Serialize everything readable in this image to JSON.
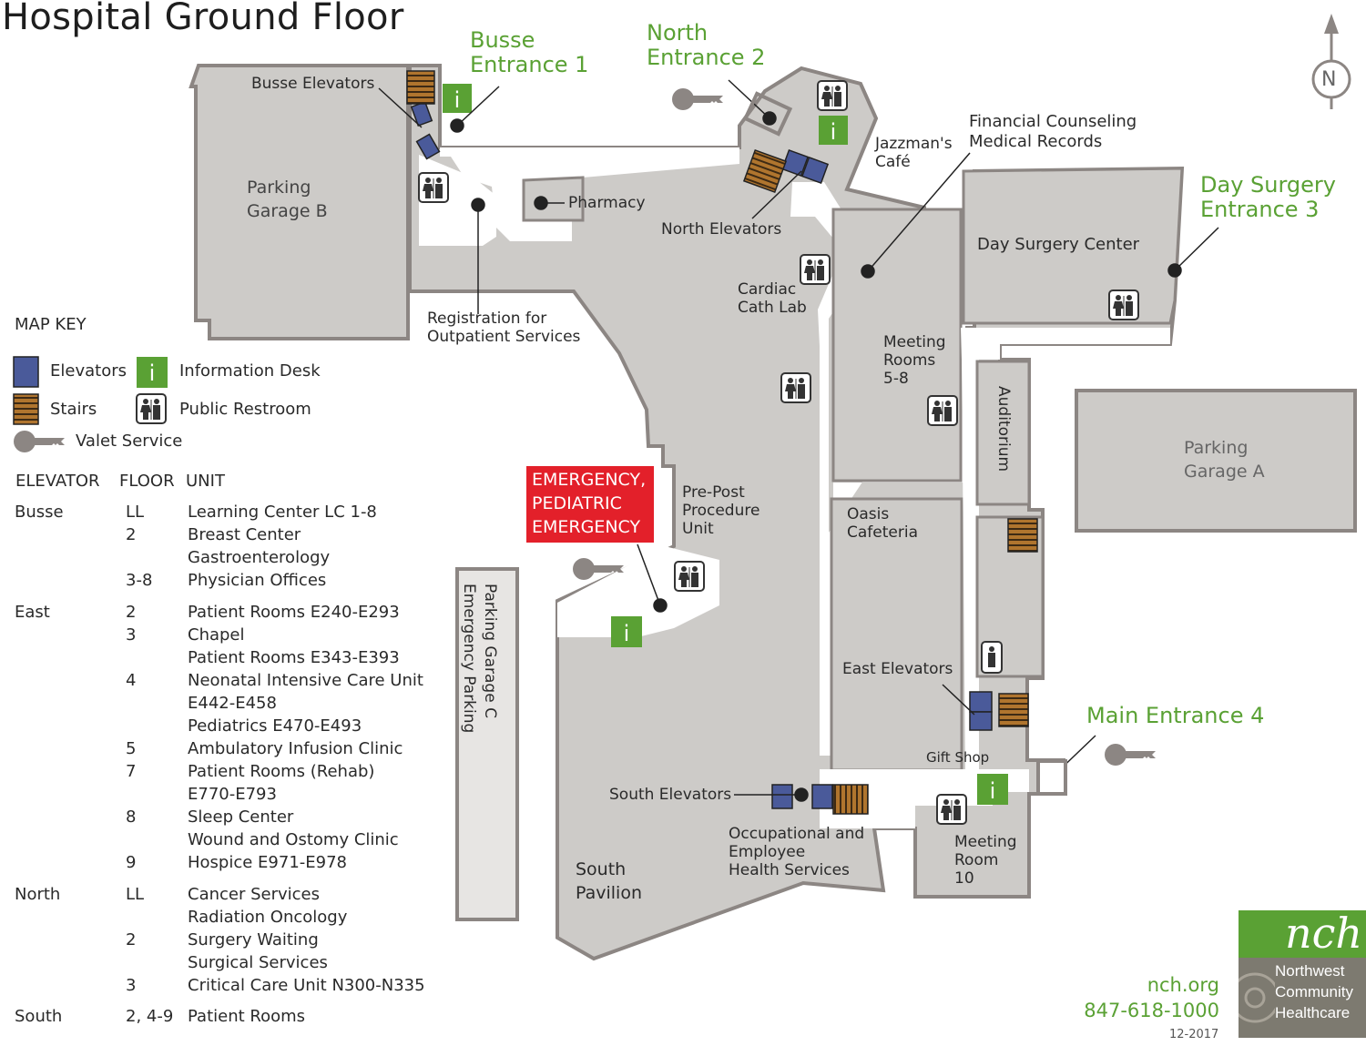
{
  "title": "Hospital Ground Floor",
  "entrances": {
    "busse": "Busse\nEntrance 1",
    "north": "North\nEntrance 2",
    "day_surgery": "Day Surgery\nEntrance 3",
    "main": "Main Entrance 4"
  },
  "emergency": "EMERGENCY,\nPEDIATRIC\nEMERGENCY",
  "labels": {
    "busse_elevators": "Busse Elevators",
    "parking_b": "Parking\nGarage B",
    "pharmacy": "Pharmacy",
    "north_elevators": "North Elevators",
    "jazzmans": "Jazzman's\nCafé",
    "financial": "Financial Counseling\nMedical Records",
    "day_surgery_center": "Day Surgery Center",
    "registration": "Registration for\nOutpatient Services",
    "cardiac": "Cardiac\nCath Lab",
    "meeting_5_8": "Meeting\nRooms\n5-8",
    "auditorium": "Auditorium",
    "parking_a": "Parking\nGarage A",
    "pre_post": "Pre-Post\nProcedure\nUnit",
    "oasis": "Oasis\nCafeteria",
    "east_elevators": "East Elevators",
    "gift_shop": "Gift Shop",
    "parking_c": "Parking Garage C",
    "emergency_parking": "Emergency Parking",
    "south_elevators": "South Elevators",
    "occupational": "Occupational and\nEmployee\nHealth Services",
    "meeting_10": "Meeting\nRoom\n10",
    "south_pavilion": "South\nPavilion",
    "compass": "N"
  },
  "map_key": {
    "heading": "MAP KEY",
    "elevators": "Elevators",
    "info_desk": "Information Desk",
    "stairs": "Stairs",
    "restroom": "Public Restroom",
    "valet": "Valet Service",
    "info_glyph": "i"
  },
  "directory": {
    "headers": [
      "ELEVATOR",
      "FLOOR",
      "UNIT"
    ],
    "rows": [
      {
        "elevator": "Busse",
        "floor": "LL",
        "unit": "Learning Center LC 1-8"
      },
      {
        "elevator": "",
        "floor": "2",
        "unit": "Breast Center"
      },
      {
        "elevator": "",
        "floor": "",
        "unit": "Gastroenterology"
      },
      {
        "elevator": "",
        "floor": "3-8",
        "unit": "Physician Offices"
      },
      {
        "elevator": "East",
        "floor": "2",
        "unit": "Patient Rooms E240-E293"
      },
      {
        "elevator": "",
        "floor": "3",
        "unit": "Chapel"
      },
      {
        "elevator": "",
        "floor": "",
        "unit": "Patient Rooms E343-E393"
      },
      {
        "elevator": "",
        "floor": "4",
        "unit": "Neonatal Intensive Care Unit"
      },
      {
        "elevator": "",
        "floor": "",
        "unit": "E442-E458"
      },
      {
        "elevator": "",
        "floor": "",
        "unit": "Pediatrics E470-E493"
      },
      {
        "elevator": "",
        "floor": "5",
        "unit": "Ambulatory Infusion Clinic"
      },
      {
        "elevator": "",
        "floor": "7",
        "unit": "Patient Rooms (Rehab)"
      },
      {
        "elevator": "",
        "floor": "",
        "unit": "E770-E793"
      },
      {
        "elevator": "",
        "floor": "8",
        "unit": "Sleep Center"
      },
      {
        "elevator": "",
        "floor": "",
        "unit": "Wound and Ostomy Clinic"
      },
      {
        "elevator": "",
        "floor": "9",
        "unit": "Hospice E971-E978"
      },
      {
        "elevator": "North",
        "floor": "LL",
        "unit": "Cancer Services"
      },
      {
        "elevator": "",
        "floor": "",
        "unit": "Radiation Oncology"
      },
      {
        "elevator": "",
        "floor": "2",
        "unit": "Surgery Waiting"
      },
      {
        "elevator": "",
        "floor": "",
        "unit": "Surgical Services"
      },
      {
        "elevator": "",
        "floor": "3",
        "unit": "Critical Care Unit N300-N335"
      },
      {
        "elevator": "South",
        "floor": "2, 4-9",
        "unit": "Patient Rooms"
      }
    ]
  },
  "contact": {
    "website": "nch.org",
    "phone": "847-618-1000",
    "date": "12-2017"
  },
  "logo": {
    "short": "nch",
    "name": "Northwest\nCommunity\nHealthcare"
  },
  "colors": {
    "building": "#cdcbc8",
    "wall": "#8c8683",
    "green": "#5aa134",
    "emergency_red": "#e3202a",
    "elevator": "#4a5a9a",
    "stairs": "#8a5a2a"
  }
}
